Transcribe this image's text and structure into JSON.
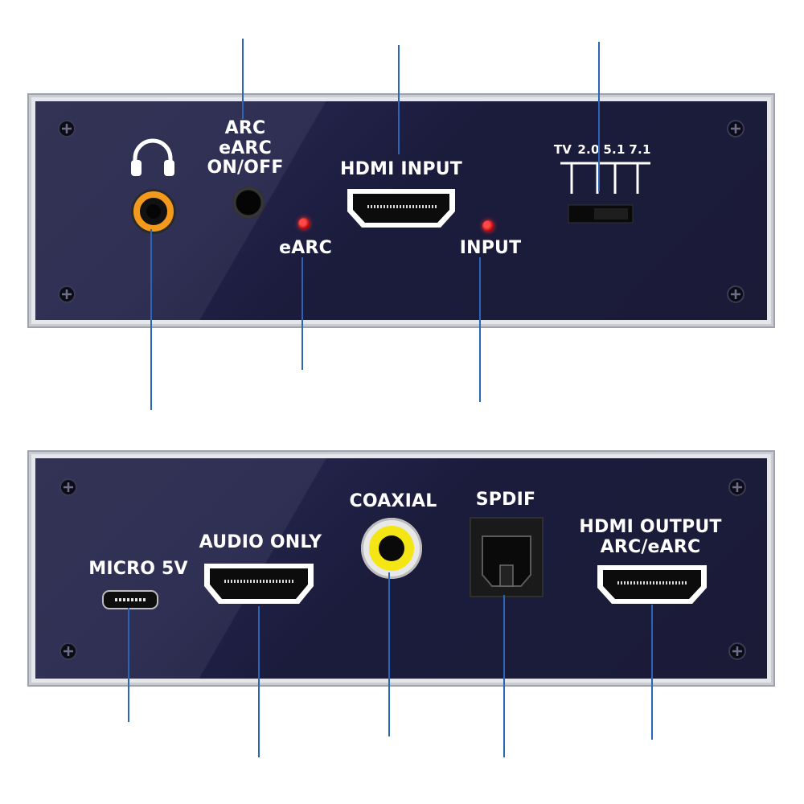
{
  "top_panel": {
    "label_arc": [
      "ARC",
      "eARC",
      "ON/OFF"
    ],
    "label_hdmi_input": "HDMI INPUT",
    "label_earc_led": "eARC",
    "label_input_led": "INPUT",
    "switch_positions": [
      "TV",
      "2.0",
      "5.1",
      "7.1"
    ]
  },
  "bottom_panel": {
    "label_micro": "MICRO 5V",
    "label_audio_only": "AUDIO ONLY",
    "label_coaxial": "COAXIAL",
    "label_spdif": "SPDIF",
    "label_hdmi_output": [
      "HDMI OUTPUT",
      "ARC/eARC"
    ]
  },
  "colors": {
    "panel": "#1f1f42",
    "callout_line": "#2a66b8",
    "headphone_ring": "#f39a1e",
    "coaxial_ring": "#f4e514",
    "led": "#e01e1e"
  },
  "icons": {
    "headphone": "headphones-icon",
    "screw": "phillips-screw-icon"
  }
}
